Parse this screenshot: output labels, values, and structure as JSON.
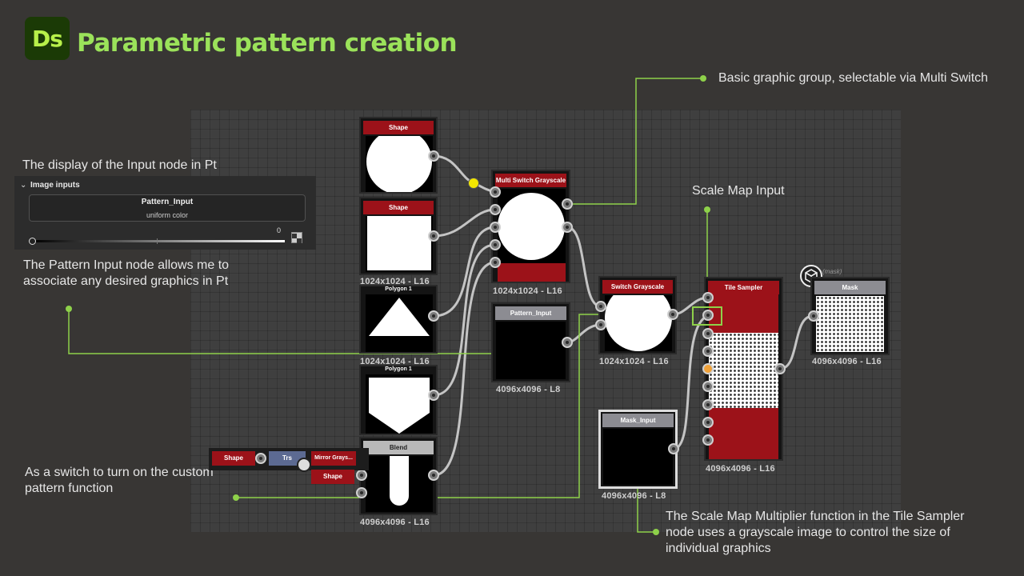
{
  "header": {
    "logo_text": "Ds",
    "title": "Parametric pattern creation"
  },
  "annotations": {
    "input_display": "The display of the Input node in Pt",
    "pattern_input_line1": "The Pattern Input node allows me to",
    "pattern_input_line2": "associate any desired graphics in Pt",
    "basic_group": "Basic graphic group, selectable via Multi Switch",
    "scale_map": "Scale Map Input",
    "switch_line1": "As a switch to turn on the custom",
    "switch_line2": "pattern function",
    "tile_line1": "The Scale Map Multiplier function in the Tile Sampler",
    "tile_line2": "node uses a grayscale image to control the size of",
    "tile_line3": "individual graphics"
  },
  "input_panel": {
    "section": "Image inputs",
    "name": "Pattern_Input",
    "value": "uniform color",
    "slider_value": "0"
  },
  "nodes": {
    "shape1": {
      "title": "Shape"
    },
    "shape2": {
      "title": "Shape",
      "res": "1024x1024 - L16"
    },
    "polygon1": {
      "title": "Polygon 1",
      "res": "1024x1024 - L16"
    },
    "polygon2": {
      "title": "Polygon 1"
    },
    "blend": {
      "title": "Blend",
      "res": "4096x4096 - L16"
    },
    "multi_switch": {
      "title": "Multi Switch Grayscale",
      "res": "1024x1024 - L16"
    },
    "pattern_input": {
      "title": "Pattern_Input",
      "res": "4096x4096 - L8"
    },
    "switch": {
      "title": "Switch Grayscale",
      "res": "1024x1024 - L16"
    },
    "mask_input": {
      "title": "Mask_Input",
      "res": "4096x4096 - L8"
    },
    "tile_sampler": {
      "title": "Tile Sampler",
      "res": "4096x4096 - L16"
    },
    "mask": {
      "title": "Mask",
      "tag": "(mask)",
      "res": "4096x4096 - L16"
    },
    "chain_shape1": {
      "title": "Shape"
    },
    "chain_trs": {
      "title": "Trs"
    },
    "chain_mirror": {
      "title": "Mirror Grays..."
    },
    "chain_shape2": {
      "title": "Shape"
    }
  },
  "colors": {
    "accent_green": "#8ed14a",
    "title_green": "#9be25a",
    "node_red": "#9c1219",
    "selected_port": "#f2e600",
    "orange_port": "#f0a23a"
  }
}
